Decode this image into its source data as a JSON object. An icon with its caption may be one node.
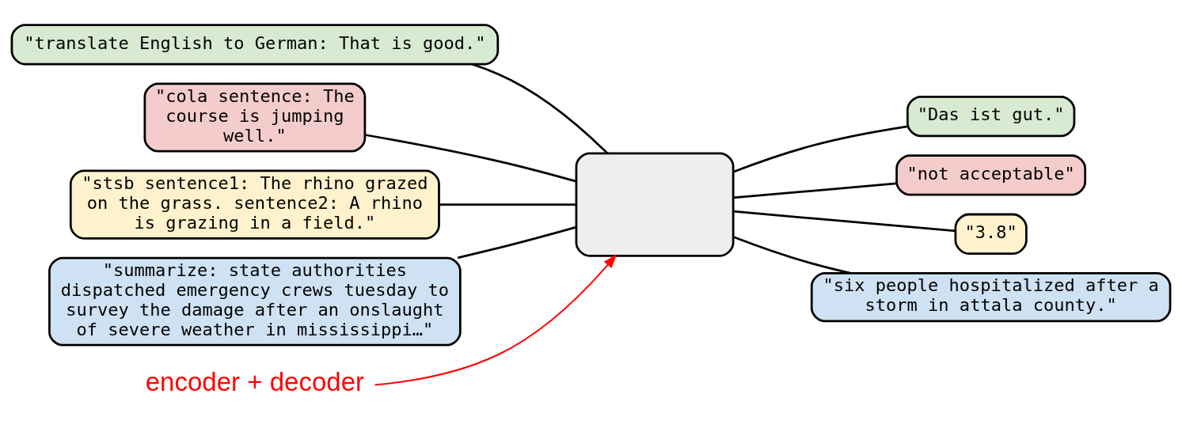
{
  "diagram": {
    "nodes": [
      {
        "text": [
          "\"translate English to German: That is good.\""
        ]
      },
      {
        "text": [
          "\"cola sentence: The course is jumping well.\""
        ]
      },
      {
        "text": [
          "\"stsb sentence1: The rhino grazed on the grass. sentence2: A rhino is grazing in a field.\""
        ]
      },
      {
        "text": [
          "\"summarize: state authorities dispatched emergency crews tuesday to survey the damage after an onslaught of severe weather in mississippi…\""
        ]
      },
      {
        "text": [],
        "shape": "box"
      },
      {
        "text": [
          "\"Das ist gut.\""
        ]
      },
      {
        "text": [
          "\"not acceptable\""
        ]
      },
      {
        "text": [
          "\"3.8\""
        ]
      },
      {
        "text": [
          "\"six people hospitalized after a storm in attala county.\""
        ]
      },
      {
        "text": [
          "encoder + decoder"
        ]
      }
    ],
    "edges": [
      {
        "from": 0,
        "to": 4,
        "arrow": "none"
      },
      {
        "from": 1,
        "to": 4,
        "arrow": "none"
      },
      {
        "from": 2,
        "to": 4,
        "arrow": "none"
      },
      {
        "from": 3,
        "to": 4,
        "arrow": "none"
      },
      {
        "from": 4,
        "to": 5,
        "arrow": "none"
      },
      {
        "from": 4,
        "to": 6,
        "arrow": "none"
      },
      {
        "from": 4,
        "to": 7,
        "arrow": "none"
      },
      {
        "from": 4,
        "to": 8,
        "arrow": "none"
      },
      {
        "from": 9,
        "to": 4,
        "arrow": "to",
        "color": "#ff0000"
      }
    ]
  }
}
